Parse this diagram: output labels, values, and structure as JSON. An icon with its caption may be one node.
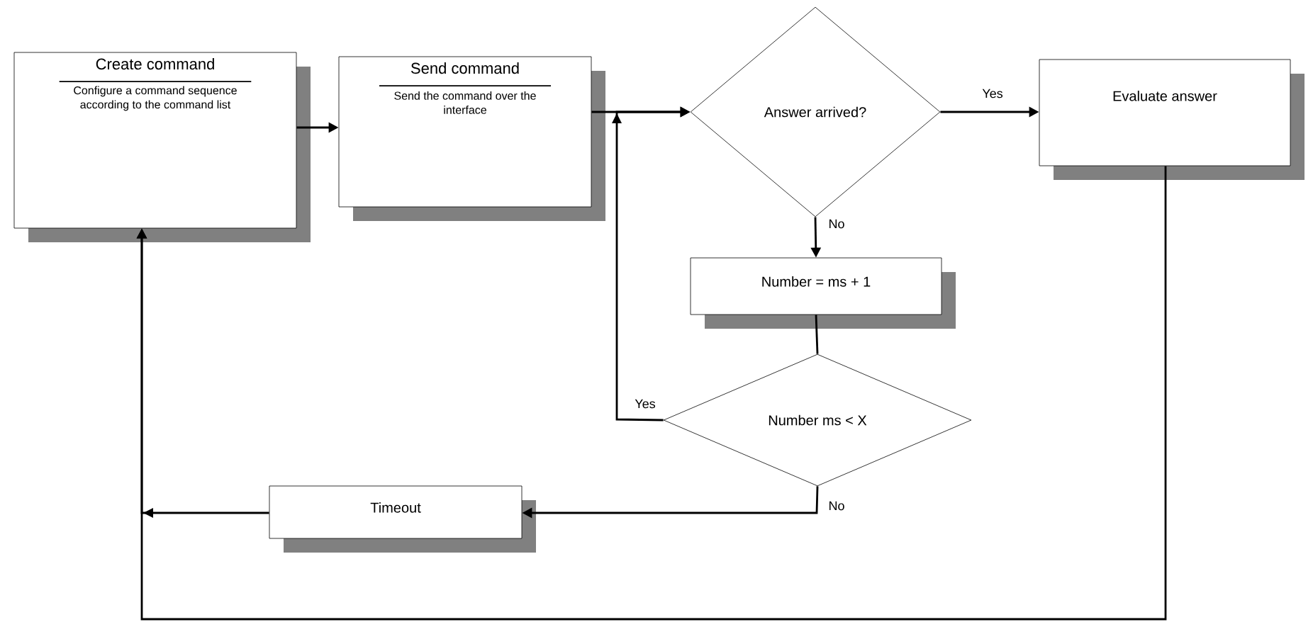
{
  "diagram": {
    "nodes": [
      {
        "text": [
          "Create command",
          "Configure a command sequence according to the command list"
        ]
      },
      {
        "text": [
          "Send command",
          "Send the command over the interface"
        ]
      },
      {
        "text": [
          "Answer arrived?"
        ]
      },
      {
        "text": [
          "Evaluate answer"
        ]
      },
      {
        "text": [
          "Number = ms + 1"
        ]
      },
      {
        "text": [
          "Number ms < X"
        ]
      },
      {
        "text": [
          "Timeout"
        ]
      }
    ],
    "edges": [
      {
        "from": 0,
        "to": 1,
        "arrow": "to"
      },
      {
        "from": 1,
        "to": 2,
        "arrow": "to"
      },
      {
        "from": 2,
        "to": 3,
        "arrow": "to",
        "label": "Yes"
      },
      {
        "from": 2,
        "to": 4,
        "arrow": "to",
        "label": "No"
      },
      {
        "from": 4,
        "to": 5,
        "arrow": "none"
      },
      {
        "from": 5,
        "to": 2,
        "arrow": "to",
        "label": "Yes"
      },
      {
        "from": 5,
        "to": 6,
        "arrow": "to",
        "label": "No"
      },
      {
        "from": 6,
        "to": 0,
        "arrow": "to"
      },
      {
        "from": 3,
        "to": 0,
        "arrow": "to"
      }
    ]
  }
}
